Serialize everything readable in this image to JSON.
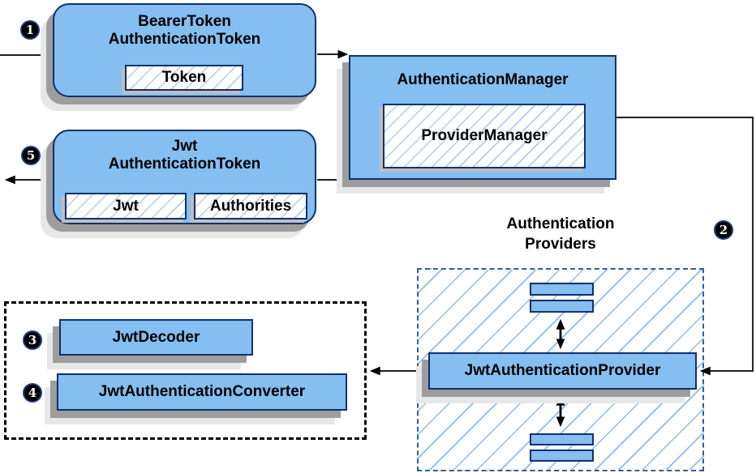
{
  "colors": {
    "node_fill": "#85BEF0",
    "node_border": "#10316B",
    "hatch_line": "#AECFF0",
    "providers_hatch_line": "#8EBBEA",
    "providers_dash_border": "#2E5DA9",
    "black_dash_border": "#000000",
    "shadow_dark": "#9D9D9D",
    "shadow_light": "#E7E7E7",
    "arrow": "#000000",
    "badge_bg": "#000000",
    "badge_ring": "#233E7A",
    "badge_text": "#FFFFFF"
  },
  "nodes": {
    "bearer_token": {
      "title_line1": "BearerToken",
      "title_line2": "AuthenticationToken",
      "field": "Token"
    },
    "authentication_manager": {
      "title": "AuthenticationManager",
      "field": "ProviderManager"
    },
    "jwt_authentication_token": {
      "title_line1": "Jwt",
      "title_line2": "AuthenticationToken",
      "field_jwt": "Jwt",
      "field_authorities": "Authorities"
    },
    "decoder_group": {
      "decoder": "JwtDecoder",
      "converter": "JwtAuthenticationConverter"
    },
    "providers_group": {
      "heading_line1": "Authentication",
      "heading_line2": "Providers",
      "provider": "JwtAuthenticationProvider"
    }
  },
  "badges": {
    "step1": "1",
    "step2": "2",
    "step3": "3",
    "step4": "4",
    "step5": "5"
  }
}
